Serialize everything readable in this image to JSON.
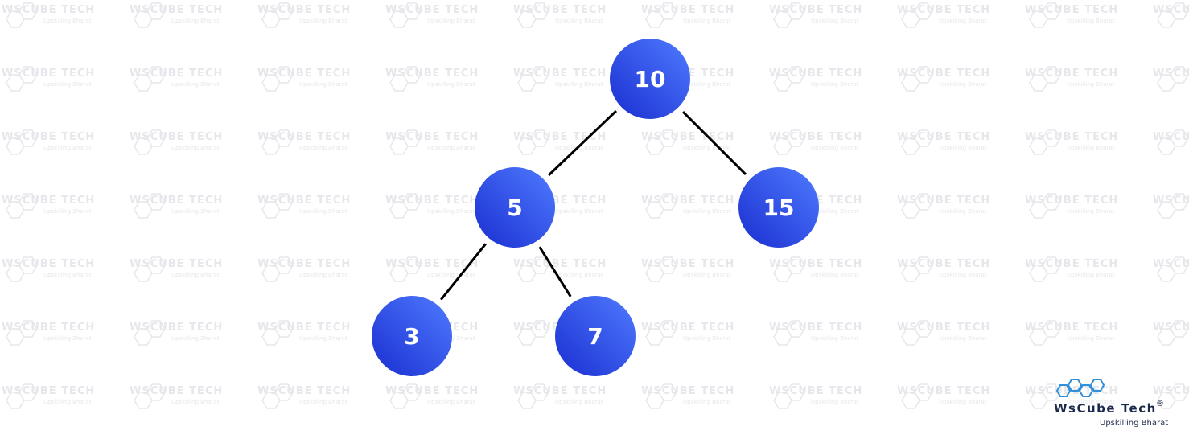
{
  "tree": {
    "nodes": [
      {
        "id": "n10",
        "label": "10"
      },
      {
        "id": "n5",
        "label": "5"
      },
      {
        "id": "n15",
        "label": "15"
      },
      {
        "id": "n3",
        "label": "3"
      },
      {
        "id": "n7",
        "label": "7"
      }
    ],
    "edges": [
      {
        "from": "n10",
        "to": "n5"
      },
      {
        "from": "n10",
        "to": "n15"
      },
      {
        "from": "n5",
        "to": "n3"
      },
      {
        "from": "n5",
        "to": "n7"
      }
    ],
    "colors": {
      "node_fill_start": "#1a2ed0",
      "node_fill_end": "#4f7bff",
      "edge": "#000000",
      "label": "#ffffff"
    }
  },
  "logo": {
    "name": "WsCube Tech",
    "tagline": "Upskilling Bharat",
    "registered_mark": "®",
    "icon": "hexagon-cluster-icon",
    "colors": {
      "text": "#1c2a4d",
      "icon": "#2f8fd9"
    }
  },
  "watermark": {
    "text": "WsCube Tech",
    "subtext": "Upskilling Bharat",
    "color": "#e6e7eb"
  }
}
